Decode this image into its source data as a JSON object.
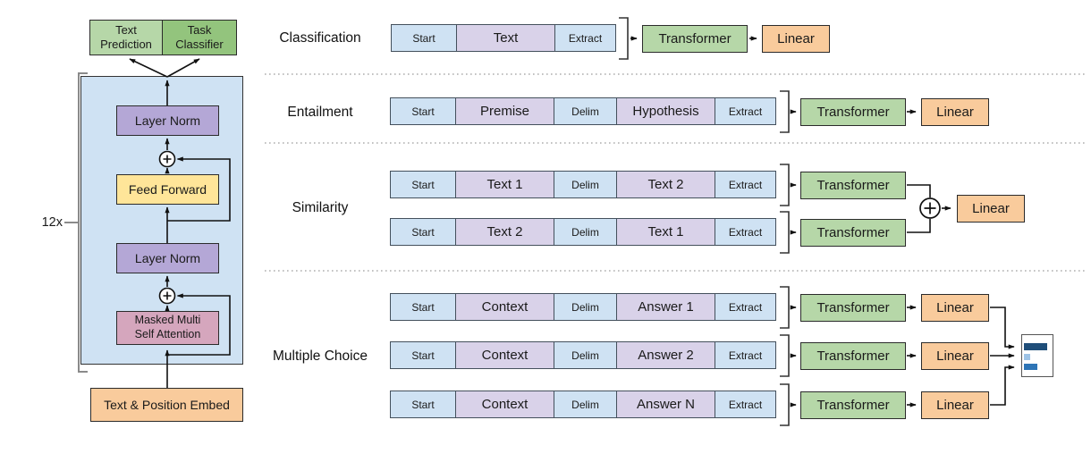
{
  "figure": {
    "left": {
      "repeat_label": "12x",
      "text_prediction": "Text Prediction",
      "task_classifier": "Task Classifier",
      "layer_norm_top": "Layer Norm",
      "feed_forward": "Feed Forward",
      "layer_norm_bottom": "Layer Norm",
      "masked_attention_line1": "Masked Multi",
      "masked_attention_line2": "Self Attention",
      "embed": "Text & Position Embed"
    },
    "tasks": [
      {
        "label": "Classification",
        "strips": [
          {
            "cells": [
              {
                "label": "Start"
              },
              {
                "label": "Text"
              },
              {
                "label": "Extract"
              }
            ]
          }
        ],
        "transformers": [
          "Transformer"
        ],
        "linears": [
          "Linear"
        ]
      },
      {
        "label": "Entailment",
        "strips": [
          {
            "cells": [
              {
                "label": "Start"
              },
              {
                "label": "Premise"
              },
              {
                "label": "Delim"
              },
              {
                "label": "Hypothesis"
              },
              {
                "label": "Extract"
              }
            ]
          }
        ],
        "transformers": [
          "Transformer"
        ],
        "linears": [
          "Linear"
        ]
      },
      {
        "label": "Similarity",
        "strips": [
          {
            "cells": [
              {
                "label": "Start"
              },
              {
                "label": "Text 1"
              },
              {
                "label": "Delim"
              },
              {
                "label": "Text 2"
              },
              {
                "label": "Extract"
              }
            ]
          },
          {
            "cells": [
              {
                "label": "Start"
              },
              {
                "label": "Text 2"
              },
              {
                "label": "Delim"
              },
              {
                "label": "Text 1"
              },
              {
                "label": "Extract"
              }
            ]
          }
        ],
        "transformers": [
          "Transformer",
          "Transformer"
        ],
        "linears": [
          "Linear"
        ]
      },
      {
        "label": "Multiple Choice",
        "strips": [
          {
            "cells": [
              {
                "label": "Start"
              },
              {
                "label": "Context"
              },
              {
                "label": "Delim"
              },
              {
                "label": "Answer 1"
              },
              {
                "label": "Extract"
              }
            ]
          },
          {
            "cells": [
              {
                "label": "Start"
              },
              {
                "label": "Context"
              },
              {
                "label": "Delim"
              },
              {
                "label": "Answer 2"
              },
              {
                "label": "Extract"
              }
            ]
          },
          {
            "cells": [
              {
                "label": "Start"
              },
              {
                "label": "Context"
              },
              {
                "label": "Delim"
              },
              {
                "label": "Answer N"
              },
              {
                "label": "Extract"
              }
            ]
          }
        ],
        "transformers": [
          "Transformer",
          "Transformer",
          "Transformer"
        ],
        "linears": [
          "Linear",
          "Linear",
          "Linear"
        ]
      }
    ],
    "mini_chart": {
      "bars": [
        {
          "color": "#1f4e79",
          "relative_value": 26
        },
        {
          "color": "#9dc3e6",
          "relative_value": 7
        },
        {
          "color": "#2e75b6",
          "relative_value": 15
        }
      ]
    },
    "colors": {
      "token_blue": "#cfe2f3",
      "token_purple": "#d9d2e9",
      "transformer_green": "#b6d7a8",
      "classifier_green": "#93c47d",
      "linear_orange": "#f9cb9c",
      "layer_norm_purple": "#b4a7d6",
      "feed_forward_yellow": "#ffe599",
      "attention_pink": "#d5a6bd",
      "block_blue": "#cfe2f3"
    }
  }
}
